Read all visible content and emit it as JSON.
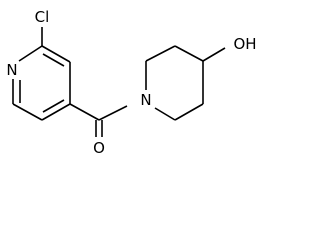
{
  "molecule": {
    "atoms": {
      "chlorine": "Cl",
      "pyridine_nitrogen": "N",
      "carbonyl_oxygen": "O",
      "piperidine_nitrogen": "N",
      "hydroxyl": "OH"
    }
  }
}
